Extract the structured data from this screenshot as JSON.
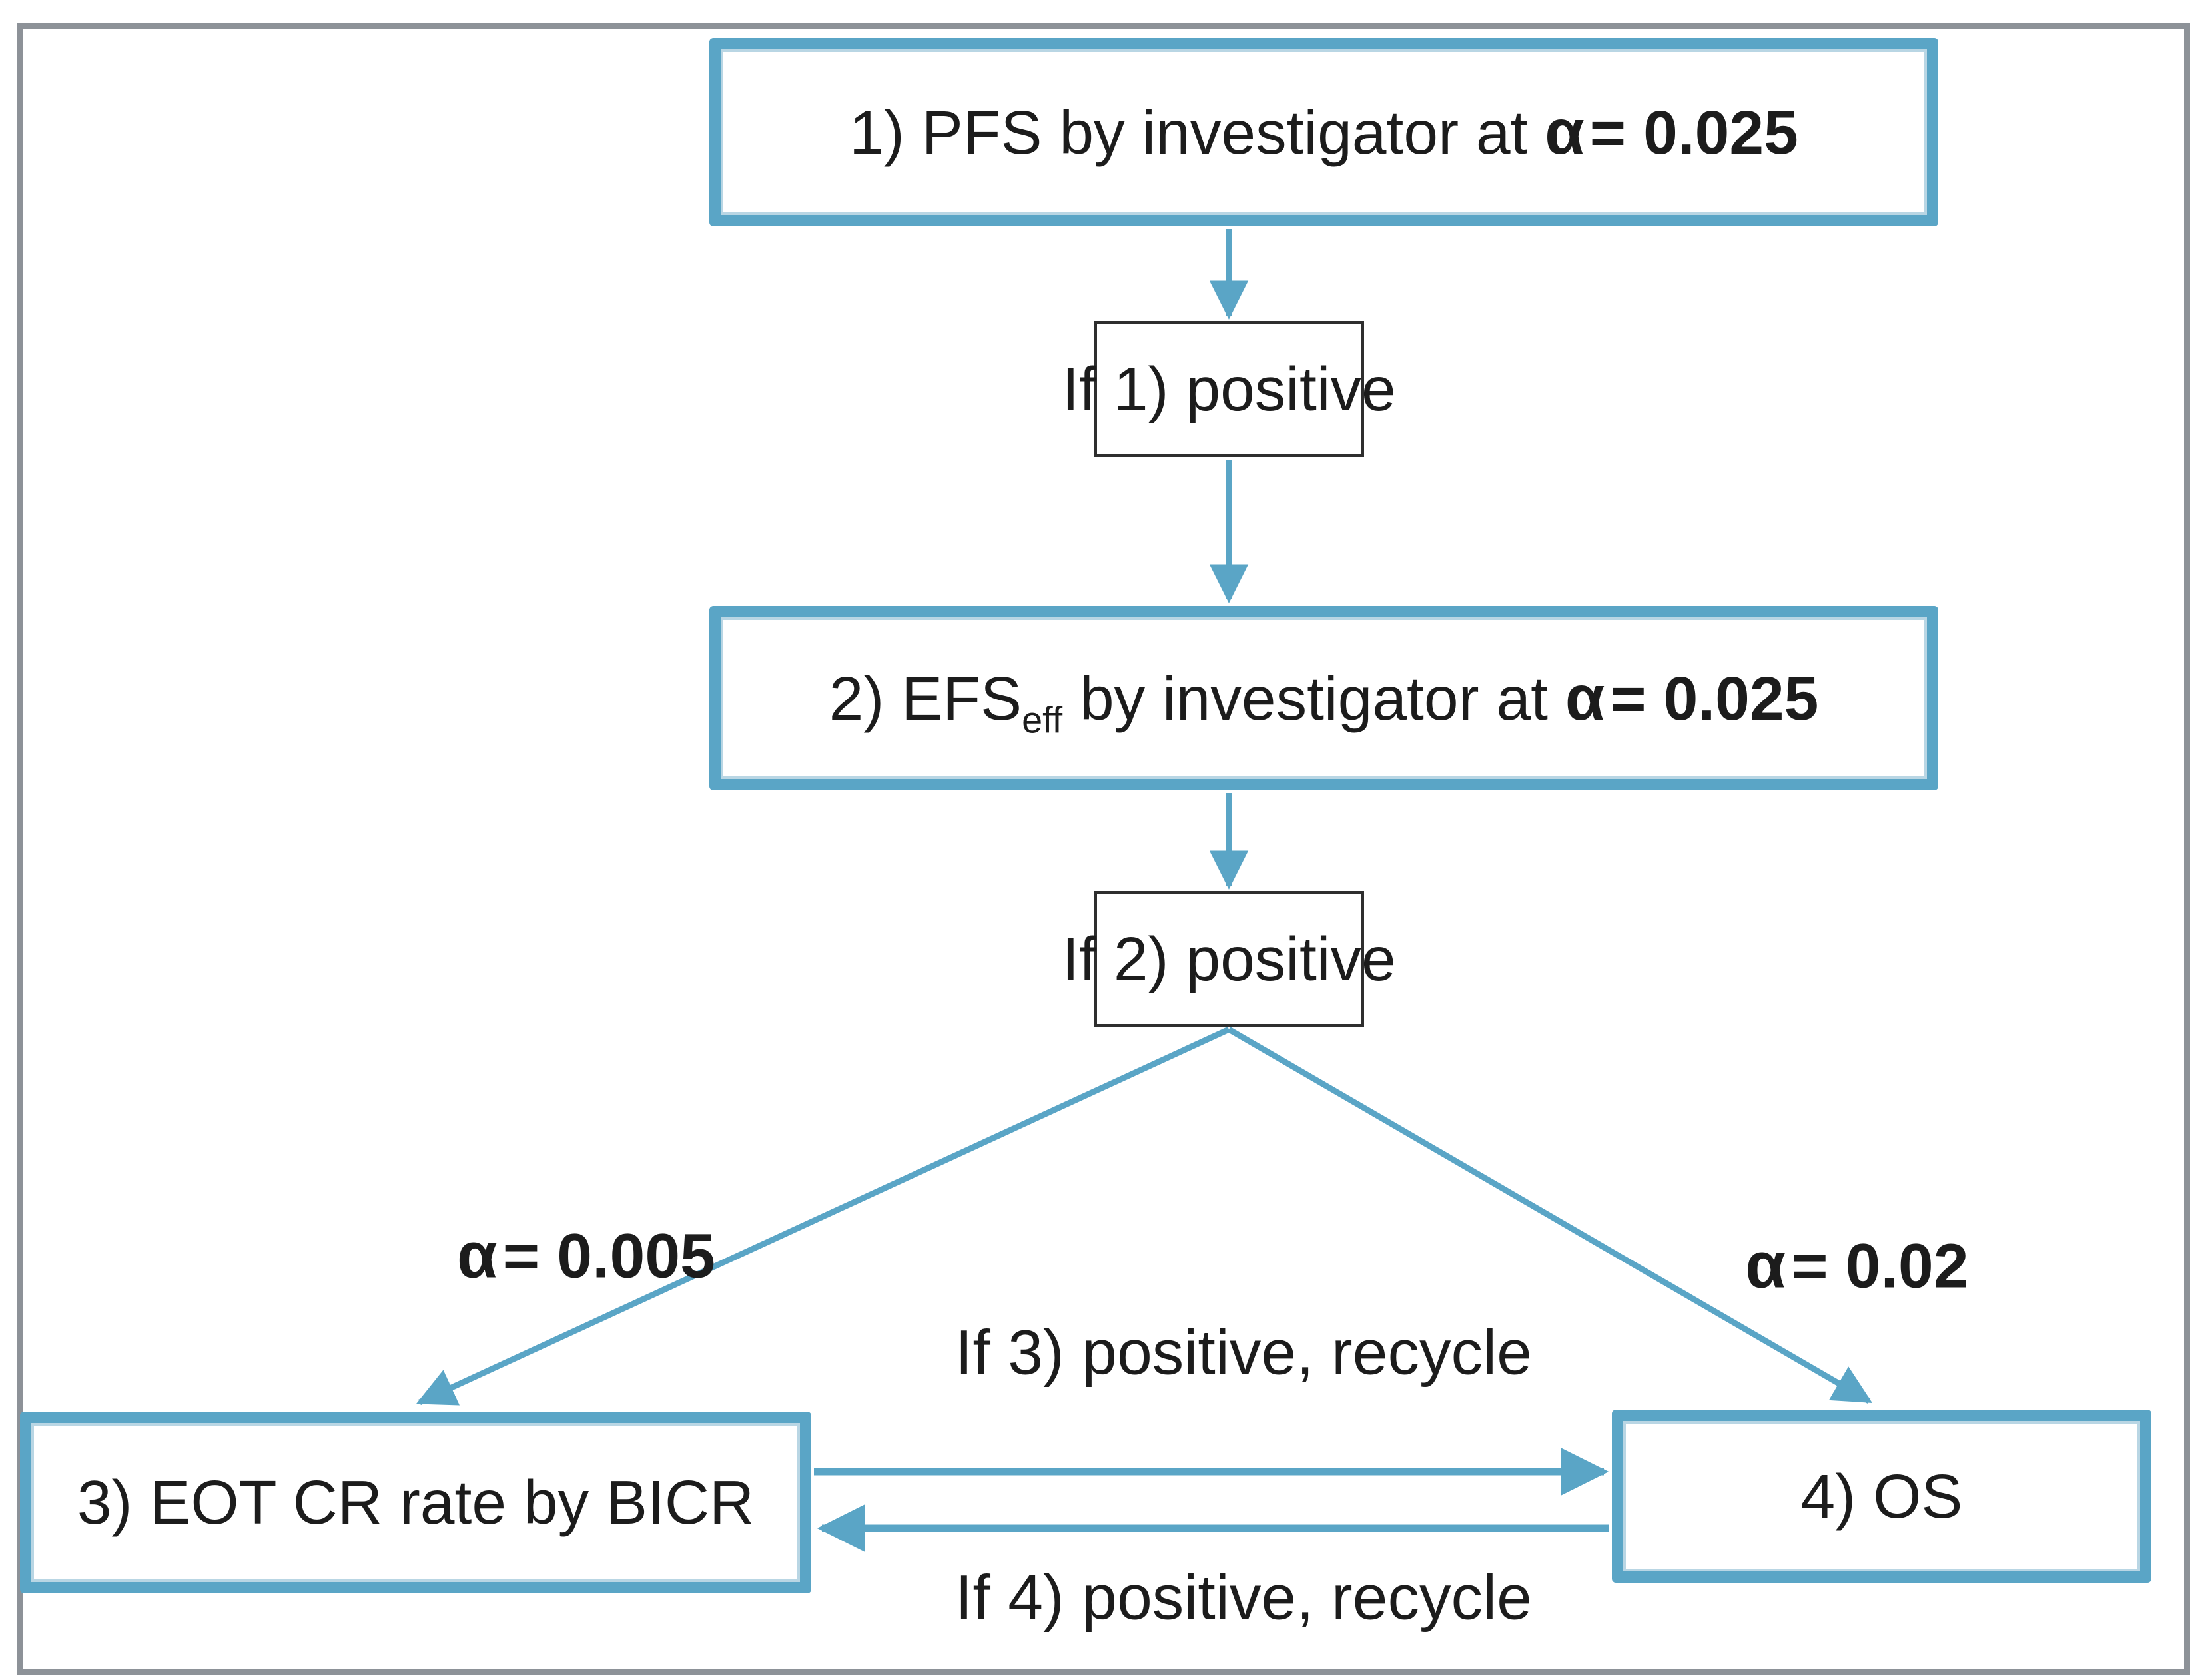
{
  "figure": {
    "description": "Hierarchical hypothesis testing flowchart with alpha allocation"
  },
  "colors": {
    "accent_blue": "#5aa5c6",
    "minor_box_border": "#2e2e2e",
    "outer_frame_gray": "#8d9298",
    "text": "#1c1c1c"
  },
  "nodes": {
    "box1": {
      "prefix": "1) PFS by investigator at ",
      "alpha": "α",
      "equals": "=",
      "value": "0.025"
    },
    "if1": {
      "label": "If 1) positive"
    },
    "box2": {
      "prefix": "2) EFS",
      "subscript": "eff",
      "middle": " by investigator at ",
      "alpha": "α",
      "equals": "=",
      "value": "0.025"
    },
    "if2": {
      "label": "If 2) positive"
    },
    "box3": {
      "label": "3) EOT CR rate by BICR"
    },
    "box4": {
      "label": "4) OS"
    }
  },
  "edges": {
    "alpha_left": {
      "alpha": "α",
      "equals": "=",
      "value": "0.005"
    },
    "alpha_right": {
      "alpha": "α",
      "equals": "=",
      "value": "0.02"
    },
    "recycle_3": {
      "label": "If 3) positive, recycle"
    },
    "recycle_4": {
      "label": "If 4) positive, recycle"
    }
  }
}
